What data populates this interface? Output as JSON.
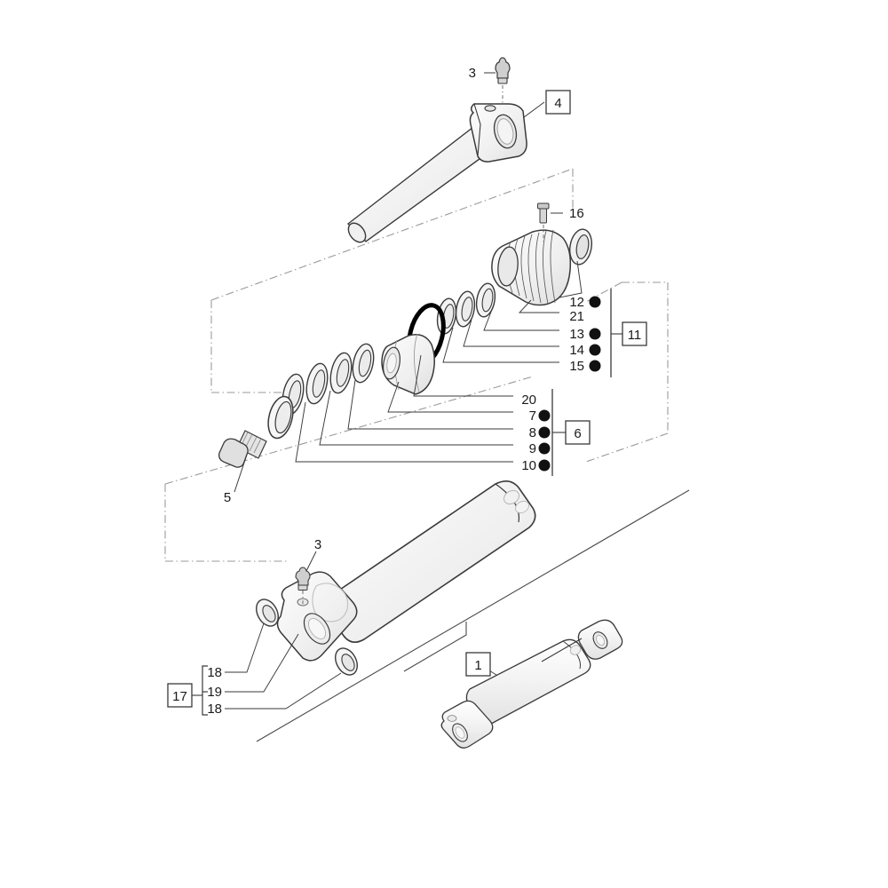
{
  "diagram": {
    "title": "Hydraulic Cylinder Exploded Parts Diagram",
    "line_color": "#3a3a3a",
    "dashdot_color": "#8a8a8a",
    "fill_light": "#f7f7f7",
    "fill_mid": "#ededed",
    "oring_color": "#000000",
    "background": "#ffffff"
  },
  "callouts": {
    "rod_gland_screw": {
      "label": "16"
    },
    "grease_fitting_top": {
      "label": "3"
    },
    "rod_eye_box": {
      "label": "4"
    },
    "piston_bolt": {
      "label": "5"
    },
    "grease_fitting_barrel": {
      "label": "3"
    },
    "cylinder_assembly_box": {
      "label": "1"
    }
  },
  "group_11": {
    "box_label": "11",
    "items": [
      {
        "label": "12",
        "dot": true
      },
      {
        "label": "21",
        "dot": false
      },
      {
        "label": "13",
        "dot": true
      },
      {
        "label": "14",
        "dot": true
      },
      {
        "label": "15",
        "dot": true
      }
    ]
  },
  "group_6": {
    "box_label": "6",
    "items": [
      {
        "label": "20",
        "dot": false
      },
      {
        "label": "7",
        "dot": true
      },
      {
        "label": "8",
        "dot": true
      },
      {
        "label": "9",
        "dot": true
      },
      {
        "label": "10",
        "dot": true
      }
    ]
  },
  "group_17": {
    "box_label": "17",
    "items": [
      {
        "label": "18",
        "dot": false
      },
      {
        "label": "19",
        "dot": false
      },
      {
        "label": "18",
        "dot": false
      }
    ]
  }
}
